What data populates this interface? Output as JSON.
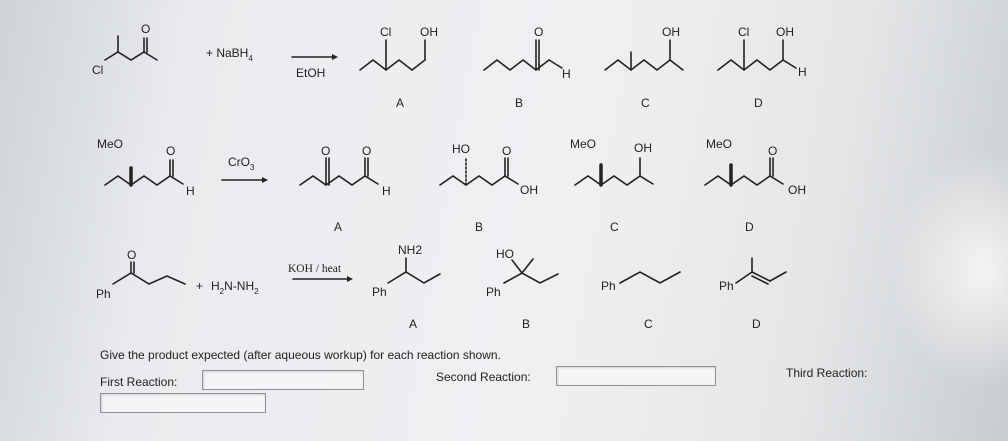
{
  "reactions": {
    "r1": {
      "reagent": "+ NaBH",
      "reagent_sub": "4",
      "solvent": "EtOH",
      "reactant_cl": "Cl",
      "reactant_o": "O",
      "options": {
        "a": {
          "letter": "A",
          "g1": "Cl",
          "g2": "OH"
        },
        "b": {
          "letter": "B",
          "o": "O",
          "h": "H"
        },
        "c": {
          "letter": "C",
          "oh": "OH"
        },
        "d": {
          "letter": "D",
          "g1": "Cl",
          "g2": "OH",
          "h": "H"
        }
      }
    },
    "r2": {
      "reagent": "CrO",
      "reagent_sub": "3",
      "reactant_meo": "MeO",
      "reactant_o": "O",
      "reactant_h": "H",
      "options": {
        "a": {
          "letter": "A",
          "o1": "O",
          "o2": "O",
          "h": "H"
        },
        "b": {
          "letter": "B",
          "ho": "HO",
          "o": "O",
          "oh": "OH"
        },
        "c": {
          "letter": "C",
          "meo": "MeO",
          "oh": "OH"
        },
        "d": {
          "letter": "D",
          "meo": "MeO",
          "o": "O",
          "oh": "OH"
        }
      }
    },
    "r3": {
      "reactant_o": "O",
      "reactant_ph": "Ph",
      "plus": "+",
      "hydrazine": "H",
      "hydrazine_sub": "2",
      "hydrazine_mid": "N-NH",
      "hydrazine_sub2": "2",
      "conditions": "KOH / heat",
      "options": {
        "a": {
          "letter": "A",
          "nh2": "NH2",
          "ph": "Ph"
        },
        "b": {
          "letter": "B",
          "ho": "HO",
          "ph": "Ph"
        },
        "c": {
          "letter": "C",
          "ph": "Ph"
        },
        "d": {
          "letter": "D",
          "ph": "Ph"
        }
      }
    }
  },
  "question": "Give the product expected (after aqueous workup) for each reaction shown.",
  "answers": {
    "first_label": "First Reaction:",
    "first_value": "",
    "second_label": "Second Reaction:",
    "second_value": "",
    "third_label": "Third Reaction:",
    "third_value": ""
  }
}
